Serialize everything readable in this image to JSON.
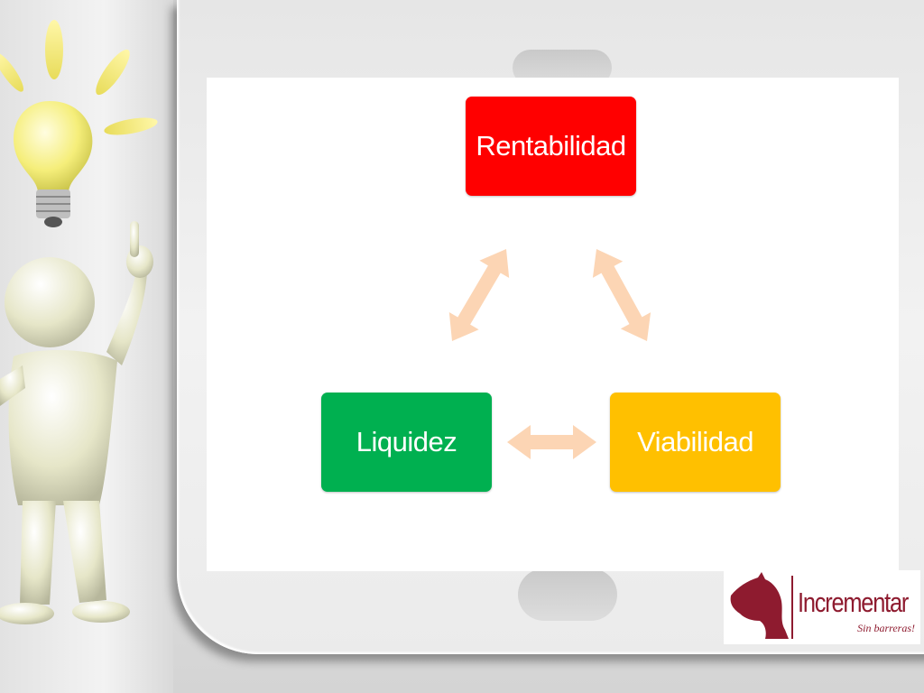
{
  "diagram": {
    "nodes": [
      {
        "id": "rentabilidad",
        "label": "Rentabilidad",
        "color": "#ff0000"
      },
      {
        "id": "liquidez",
        "label": "Liquidez",
        "color": "#00b050"
      },
      {
        "id": "viabilidad",
        "label": "Viabilidad",
        "color": "#ffc000"
      }
    ],
    "edges": [
      {
        "from": "rentabilidad",
        "to": "liquidez",
        "type": "bidirectional"
      },
      {
        "from": "rentabilidad",
        "to": "viabilidad",
        "type": "bidirectional"
      },
      {
        "from": "liquidez",
        "to": "viabilidad",
        "type": "bidirectional"
      }
    ],
    "arrow_color": "#fcd5b4"
  },
  "logo": {
    "name": "Incrementar",
    "tagline": "Sin barreras!",
    "color": "#8e1b2f",
    "icon": "horse-head-icon"
  },
  "decorations": {
    "left": [
      "lightbulb-icon",
      "pointing-figure-icon"
    ]
  }
}
